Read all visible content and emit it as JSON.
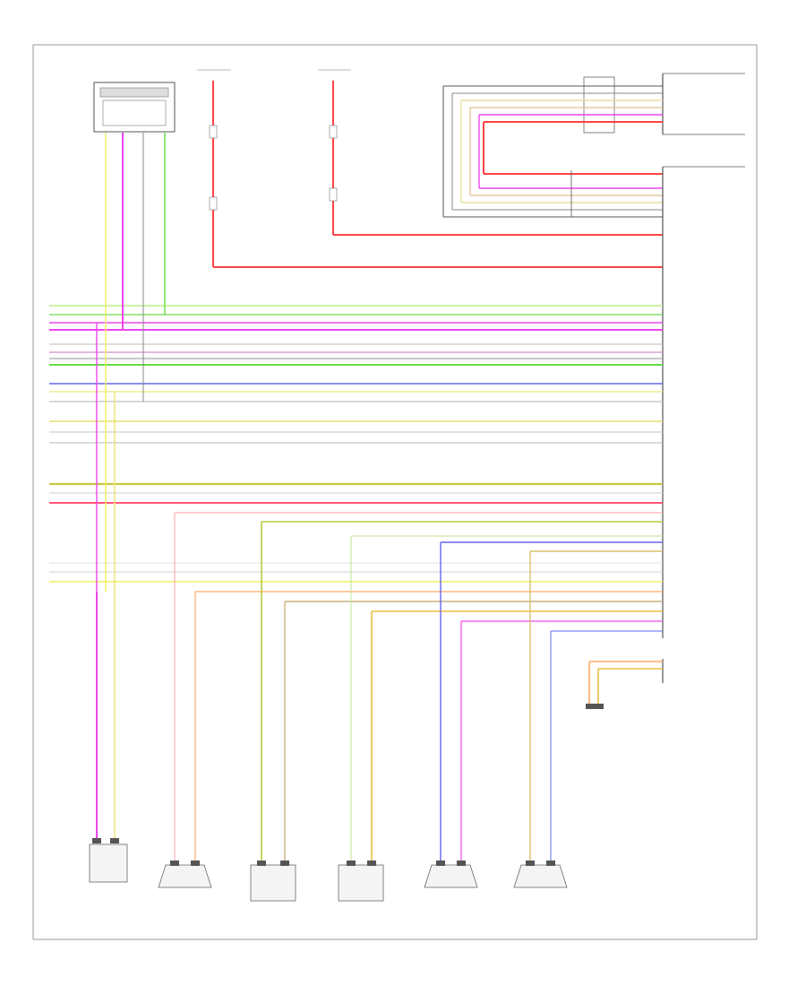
{
  "components": {
    "radio_unit_top": "",
    "connector_mid_small": "",
    "connector_mid_right": ""
  },
  "bottom_components": [
    {
      "id": "bottom-component-1"
    },
    {
      "id": "bottom-component-2"
    },
    {
      "id": "bottom-component-3"
    },
    {
      "id": "bottom-component-4"
    },
    {
      "id": "bottom-component-5"
    },
    {
      "id": "bottom-component-6"
    }
  ],
  "footer_mark": "",
  "colors": {
    "red": "#ff4444",
    "green": "#66dd44",
    "magenta": "#ee44ee",
    "yellow": "#f0f060",
    "blue": "#5555ee",
    "orange": "#ffaa66",
    "gray": "#888888",
    "dark_gray": "#444444"
  }
}
